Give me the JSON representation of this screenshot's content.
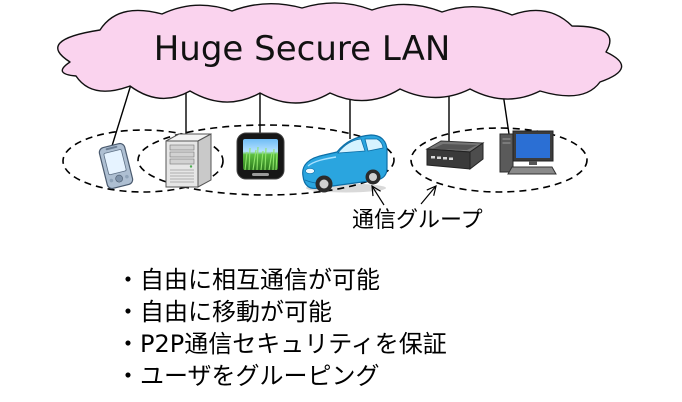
{
  "diagram": {
    "network_title": "Huge Secure LAN",
    "group_label": "通信グループ",
    "devices": [
      {
        "icon": "pda-icon"
      },
      {
        "icon": "server-icon"
      },
      {
        "icon": "photo-frame-icon"
      },
      {
        "icon": "car-icon"
      },
      {
        "icon": "appliance-icon"
      },
      {
        "icon": "desktop-pc-icon"
      }
    ]
  },
  "features": [
    "・自由に相互通信が可能",
    "・自由に移動が可能",
    "・P2P通信セキュリティを保証",
    "・ユーザをグルーピング"
  ],
  "colors": {
    "cloud_fill": "#fad3ee",
    "car_body": "#2aa5df",
    "pc_screen": "#2b6fd4"
  }
}
